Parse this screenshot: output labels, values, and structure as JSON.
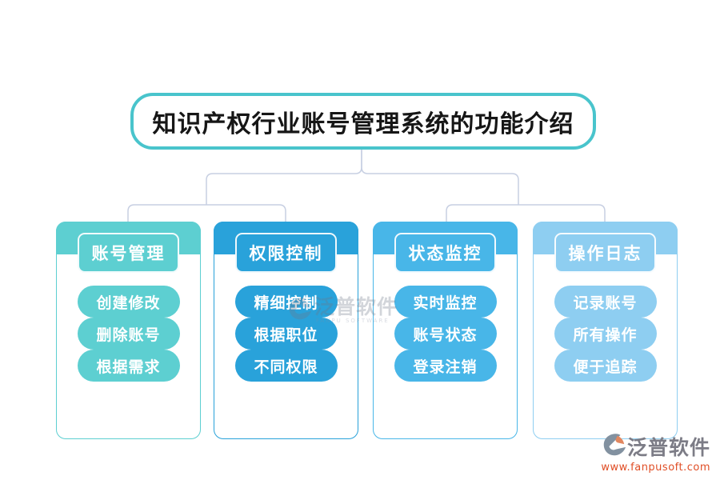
{
  "title": {
    "text": "知识产权行业账号管理系统的功能介绍",
    "border_color": "#49c4cc"
  },
  "connector_color": "#c7cfe2",
  "columns": [
    {
      "header": "账号管理",
      "color": "#5dcfd1",
      "items": [
        "创建修改",
        "删除账号",
        "根据需求"
      ]
    },
    {
      "header": "权限控制",
      "color": "#29a2da",
      "items": [
        "精细控制",
        "根据职位",
        "不同权限"
      ]
    },
    {
      "header": "状态监控",
      "color": "#48b6e8",
      "items": [
        "实时监控",
        "账号状态",
        "登录注销"
      ]
    },
    {
      "header": "操作日志",
      "color": "#8ecef1",
      "items": [
        "记录账号",
        "所有操作",
        "便于追踪"
      ]
    }
  ],
  "watermark": {
    "brand": "泛普软件",
    "subtitle": "FANPU SOFTWARE"
  },
  "footer_logo": {
    "brand": "泛普软件",
    "website": "www.fanpusoft.com",
    "brand_color": "#7c7c86",
    "website_color": "#e04e26",
    "icon": "fanpu-swirl-logo"
  }
}
